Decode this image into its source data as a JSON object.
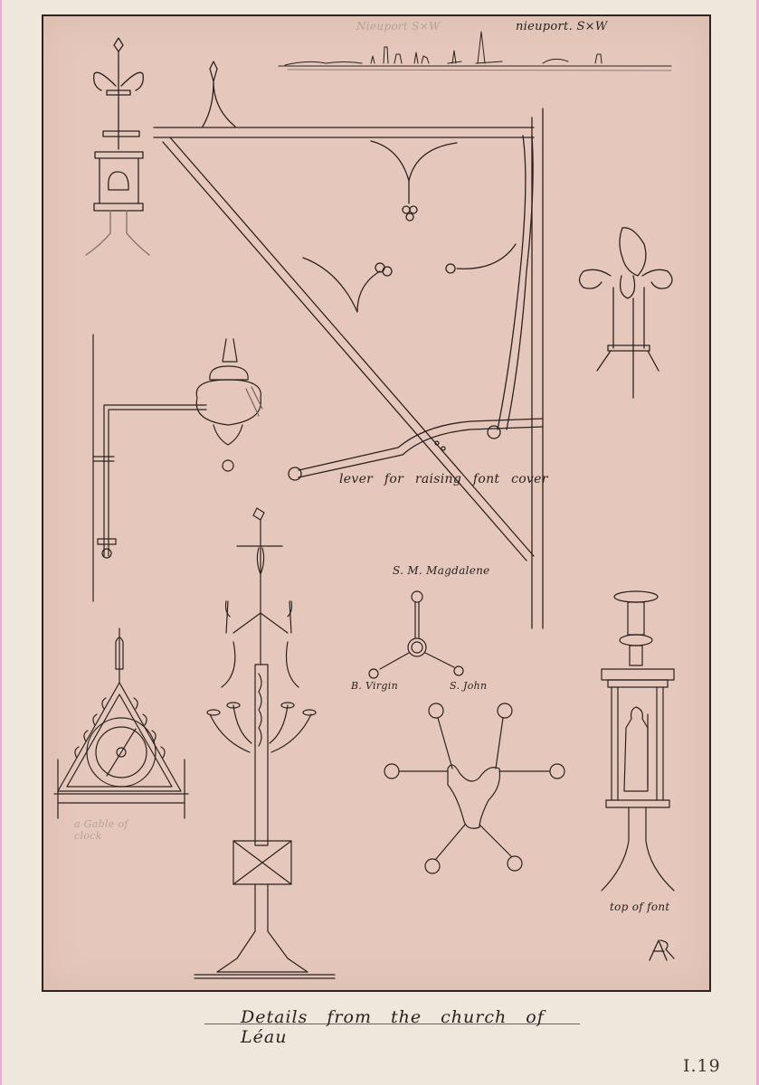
{
  "sheet": {
    "caption": "Details from the church of Léau",
    "plate_number": "I.19",
    "paper_color": "#efe6dc",
    "plate_color": "#e5c8bb",
    "ink_color": "#2a2220",
    "edge_color": "#e9a6d6"
  },
  "annotations": {
    "skyline_label": "nieuport. S×W",
    "skyline_faint_label": "Nieuport  S×W",
    "lever_label": "lever for raising font cover",
    "magdalene_label": "S. M. Magdalene",
    "virgin_label": "B. Virgin",
    "john_label": "S. John",
    "font_top_label": "top of font",
    "monogram": "AR",
    "clock_faint_label": "a Gable of clock"
  },
  "sketches": [
    {
      "name": "lantern-finial",
      "description": "fleur-de-lis finial with lantern"
    },
    {
      "name": "skyline-nieuport",
      "description": "distant town skyline"
    },
    {
      "name": "font-cover-crane",
      "description": "iron crane bracket with lever for raising font cover"
    },
    {
      "name": "fleur-de-lis-finial",
      "description": "large fleur-de-lis finial"
    },
    {
      "name": "hanging-lamp-bracket",
      "description": "lamp on right-angle bracket"
    },
    {
      "name": "clock-gable",
      "description": "triangular crocketed gable with clock dial"
    },
    {
      "name": "candelabrum-crucifix",
      "description": "tall candelabrum with crucifix"
    },
    {
      "name": "calvary-plan",
      "description": "plan of three figures"
    },
    {
      "name": "candle-branch-plan",
      "description": "six-armed candle branch plan"
    },
    {
      "name": "font-cover-top",
      "description": "tower top of font cover with saint figure"
    }
  ]
}
